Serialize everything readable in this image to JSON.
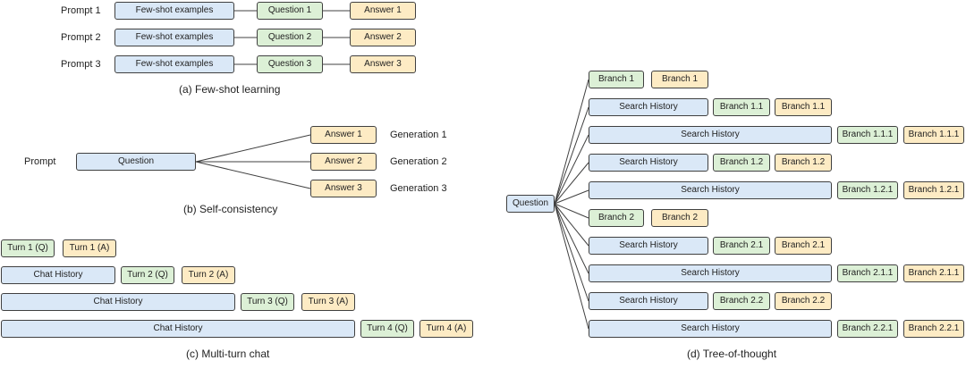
{
  "few_shot": {
    "rows": [
      {
        "prompt": "Prompt 1",
        "examples": "Few-shot examples",
        "question": "Question 1",
        "answer": "Answer 1"
      },
      {
        "prompt": "Prompt 2",
        "examples": "Few-shot examples",
        "question": "Question 2",
        "answer": "Answer 2"
      },
      {
        "prompt": "Prompt 3",
        "examples": "Few-shot examples",
        "question": "Question 3",
        "answer": "Answer 3"
      }
    ],
    "caption": "(a) Few-shot learning"
  },
  "self_consistency": {
    "prompt_label": "Prompt",
    "question": "Question",
    "answers": [
      {
        "answer": "Answer 1",
        "generation": "Generation 1"
      },
      {
        "answer": "Answer 2",
        "generation": "Generation 2"
      },
      {
        "answer": "Answer 3",
        "generation": "Generation 3"
      }
    ],
    "caption": "(b) Self-consistency"
  },
  "multi_turn": {
    "rows": [
      {
        "history": "",
        "q": "Turn 1 (Q)",
        "a": "Turn 1 (A)"
      },
      {
        "history": "Chat History",
        "q": "Turn 2 (Q)",
        "a": "Turn 2 (A)"
      },
      {
        "history": "Chat History",
        "q": "Turn 3 (Q)",
        "a": "Turn 3 (A)"
      },
      {
        "history": "Chat History",
        "q": "Turn 4 (Q)",
        "a": "Turn 4 (A)"
      }
    ],
    "caption": "(c) Multi-turn chat"
  },
  "tree_of_thought": {
    "root": "Question",
    "rows": [
      {
        "history": "",
        "branch": "Branch 1",
        "answer": "Branch 1"
      },
      {
        "history": "Search History",
        "branch": "Branch 1.1",
        "answer": "Branch 1.1"
      },
      {
        "history": "Search History",
        "branch": "Branch 1.1.1",
        "answer": "Branch 1.1.1"
      },
      {
        "history": "Search History",
        "branch": "Branch 1.2",
        "answer": "Branch 1.2"
      },
      {
        "history": "Search History",
        "branch": "Branch 1.2.1",
        "answer": "Branch 1.2.1"
      },
      {
        "history": "",
        "branch": "Branch 2",
        "answer": "Branch 2"
      },
      {
        "history": "Search History",
        "branch": "Branch 2.1",
        "answer": "Branch 2.1"
      },
      {
        "history": "Search History",
        "branch": "Branch 2.1.1",
        "answer": "Branch 2.1.1"
      },
      {
        "history": "Search History",
        "branch": "Branch 2.2",
        "answer": "Branch 2.2"
      },
      {
        "history": "Search History",
        "branch": "Branch 2.2.1",
        "answer": "Branch 2.2.1"
      }
    ],
    "caption": "(d) Tree-of-thought"
  },
  "colors": {
    "history_fill": "#dae8f7",
    "question_fill": "#dcf0d6",
    "answer_fill": "#fdebc4",
    "stroke": "#404040"
  }
}
